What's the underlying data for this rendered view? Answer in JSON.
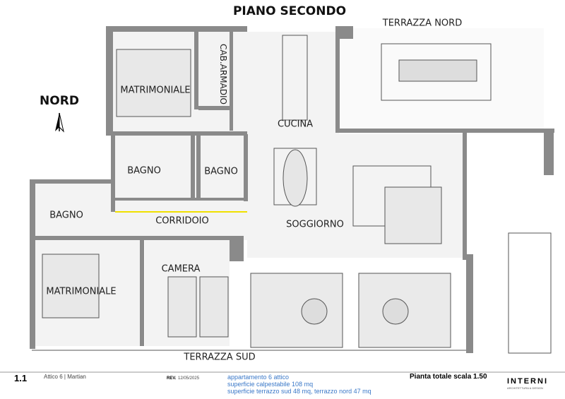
{
  "title": "PIANO SECONDO",
  "north_label": "NORD",
  "rooms": {
    "terrazza_nord": "TERRAZZA NORD",
    "cab_armadio": "CAB.ARMADIO",
    "matrimoniale_top": "MATRIMONIALE",
    "cucina": "CUCINA",
    "bagno_1": "BAGNO",
    "bagno_2": "BAGNO",
    "bagno_3": "BAGNO",
    "corridoio": "CORRIDOIO",
    "soggiorno": "SOGGIORNO",
    "camera": "CAMERA",
    "matrimoniale_bottom": "MATRIMONIALE",
    "terrazza_sud": "TERRAZZA SUD"
  },
  "title_block": {
    "sheet": "1.1",
    "project": "Attico 6 | Martian",
    "rev_label": "REV.",
    "rev_date": "12/05/2025",
    "notes": [
      "appartamento 6 attico",
      "superficie calpestabile 108 mq",
      "superficie terrazzo sud 48 mq, terrazzo nord 47 mq"
    ],
    "scale": "Pianta totale scala 1.50",
    "brand": "INTERNI",
    "brand_sub": "ARCHITETTURA & DESIGN"
  },
  "colors": {
    "wall": "#8a8a8a",
    "notes": "#3a78c8",
    "corridor_line": "#f0e000"
  }
}
